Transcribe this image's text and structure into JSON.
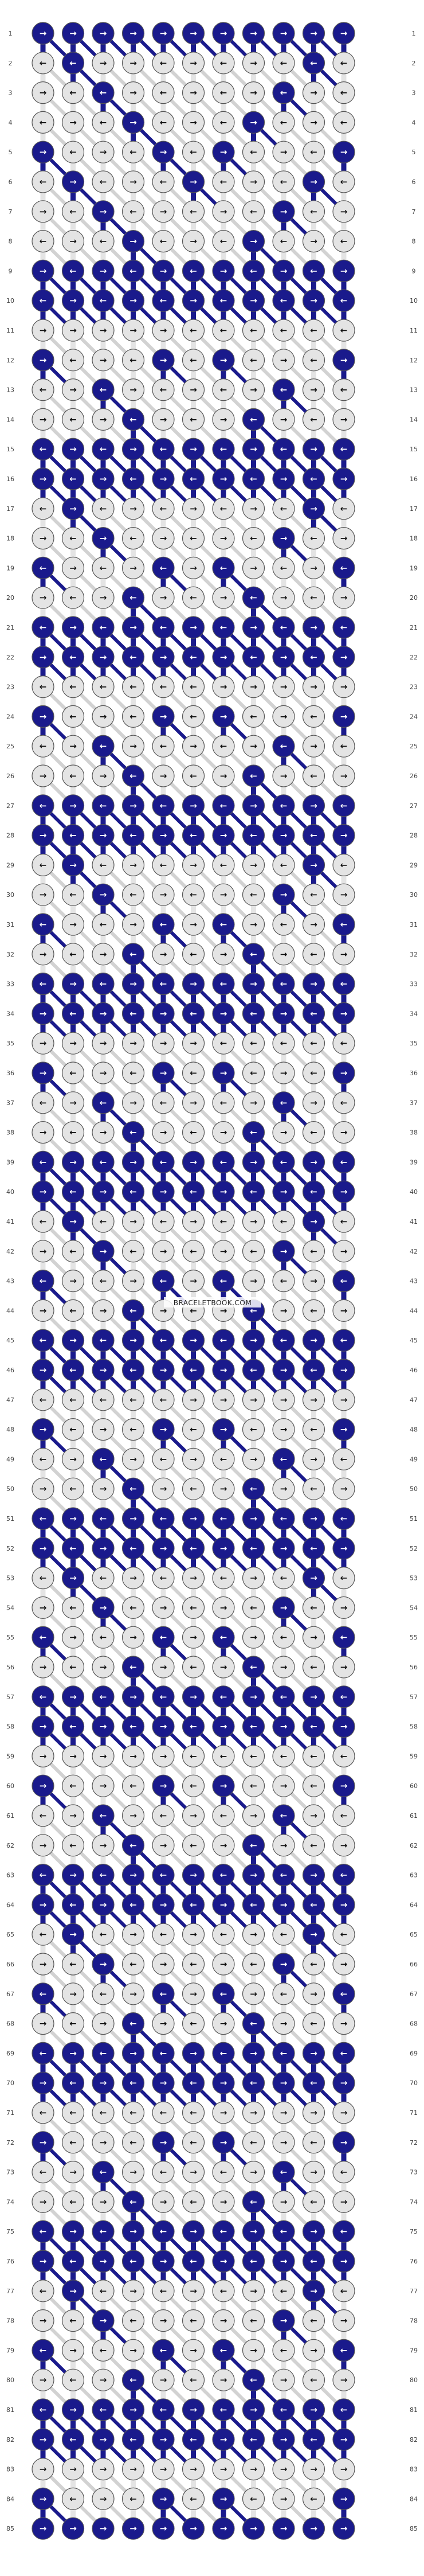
{
  "pattern": {
    "rows": 85,
    "knots_per_row": 11,
    "colors": {
      "A": "#1a1a8c",
      "B": "#e4e4e4",
      "knot_outline": "#555555",
      "arrow_on_A": "#ffffff",
      "arrow_on_B": "#111111"
    },
    "row_labels": [
      "1",
      "2",
      "3",
      "4",
      "5",
      "6",
      "7",
      "8",
      "9",
      "10",
      "11",
      "12",
      "13",
      "14",
      "15",
      "16",
      "17",
      "18",
      "19",
      "20",
      "21",
      "22",
      "23",
      "24",
      "25",
      "26",
      "27",
      "28",
      "29",
      "30",
      "31",
      "32",
      "33",
      "34",
      "35",
      "36",
      "37",
      "38",
      "39",
      "40",
      "41",
      "42",
      "43",
      "44",
      "45",
      "46",
      "47",
      "48",
      "49",
      "50",
      "51",
      "52",
      "53",
      "54",
      "55",
      "56",
      "57",
      "58",
      "59",
      "60",
      "61",
      "62",
      "63",
      "64",
      "65",
      "66",
      "67",
      "68",
      "69",
      "70",
      "71",
      "72",
      "73",
      "74",
      "75",
      "76",
      "77",
      "78",
      "79",
      "80",
      "81",
      "82",
      "83",
      "84",
      "85"
    ],
    "row_color_pattern": [
      "AAAAAAAAAAA",
      "BABBBBBBBAB",
      "BBABBBBBABB",
      "BBBABBBABBB",
      "ABBBABABBBA",
      "BABBBABBBAB",
      "BBABBBBBABB",
      "BBBABBBABBB",
      "AAAAAAAAAAA",
      "AAAAAAAAAAA",
      "BBBBBBBBBBB",
      "ABBBABABBBA",
      "BBABBBBBABB",
      "BBBABBBABBB",
      "AAAAAAAAAAA",
      "AAAAAAAAAAA",
      "BABBBBBBBAB",
      "BBABBBBBABB",
      "ABBBABABBBA",
      "BBBABBBABBB",
      "AAAAAAAAAAA",
      "AAAAAAAAAAA",
      "BBBBBBBBBBB",
      "ABBBABABBBA",
      "BBABBBBBABB",
      "BBBABBBABBB",
      "AAAAAAAAAAA",
      "AAAAAAAAAAA",
      "BABBBBBBBAB",
      "BBABBBBBABB",
      "ABBBABABBBA",
      "BBBABBBABBB",
      "AAAAAAAAAAA",
      "AAAAAAAAAAA",
      "BBBBBBBBBBB",
      "ABBBABABBBA",
      "BBABBBBBABB",
      "BBBABBBABBB",
      "AAAAAAAAAAA",
      "AAAAAAAAAAA",
      "BABBBBBBBAB",
      "BBABBBBBABB",
      "ABBBABABBBA",
      "BBBABBBABBB",
      "AAAAAAAAAAA",
      "AAAAAAAAAAA",
      "BBBBBBBBBBB",
      "ABBBABABBBA",
      "BBABBBBBABB",
      "BBBABBBABBB",
      "AAAAAAAAAAA",
      "AAAAAAAAAAA",
      "BABBBBBBBAB",
      "BBABBBBBABB",
      "ABBBABABBBA",
      "BBBABBBABBB",
      "AAAAAAAAAAA",
      "AAAAAAAAAAA",
      "BBBBBBBBBBB",
      "ABBBABABBBA",
      "BBABBBBBABB",
      "BBBABBBABBB",
      "AAAAAAAAAAA",
      "AAAAAAAAAAA",
      "BABBBBBBBAB",
      "BBABBBBBABB",
      "ABBBABABBBA",
      "BBBABBBABBB",
      "AAAAAAAAAAA",
      "AAAAAAAAAAA",
      "BBBBBBBBBBB",
      "ABBBABABBBA",
      "BBABBBBBABB",
      "BBBABBBABBB",
      "AAAAAAAAAAA",
      "AAAAAAAAAAA",
      "BABBBBBBBAB",
      "BBABBBBBABB",
      "ABBBABABBBA",
      "BBBABBBABBB",
      "AAAAAAAAAAA",
      "AAAAAAAAAAA",
      "BBBBBBBBBBB",
      "ABBBABABBBA",
      "AAAAAAAAAAA"
    ],
    "arrow_pattern": [
      "RRRRRRRRRRR",
      "LLRRLRLRLLL",
      "RLLRLRLRLRL",
      "LRLRLRLRLRL",
      "RLRLRLRLRLR",
      "LRLRLRLRLRL",
      "RLRLRLRLRLR",
      "LRLRLRLRLRL",
      "RLRLRLRLRLR",
      "LRLRLRLRLRL",
      "RRRRRLLLLLL",
      "RLRLRLRLRLR",
      "LRLRLRLRLRL",
      "RLRLRLRLRLR",
      "LRLRLRLRLRL",
      "RLRLRLRLRLR",
      "LRLRLRLRLRL",
      "RLRLRLRLRLR",
      "LRLRLRLRLRL",
      "RLRLRLRLRLR",
      "LRLRLRLRLRL",
      "RLRLRLRLRLR",
      "LLLLLLRRRRR",
      "RLRLRLRLRLR",
      "LRLRLRLRLRL",
      "RLRLRLRLRLR",
      "LRLRLRLRLRL",
      "RLRLRLRLRLR",
      "LRLRLRLRLRL",
      "RLRLRLRLRLR",
      "LRLRLRLRLRL",
      "RLRLRLRLRLR",
      "LRLRLRLRLRL",
      "RLRLRLRLRLR",
      "RRRRRRLLLLL",
      "RLRLRLRLRLR",
      "LRLRLRLRLRL",
      "RLRLRLRLRLR",
      "LRLRLRLRLRL",
      "RLRLRLRLRLR",
      "LRLRLRLRLRL",
      "RLRLRLRLRLR",
      "LRLRLRLRLRL",
      "RLRLRLRLRLR",
      "LRLRLRLRLRL",
      "RLRLRLRLRLR",
      "LLLLLRRRRRR",
      "RLRLRLRLRLR",
      "LRLRLRLRLRL",
      "RLRLRLRLRLR",
      "LRLRLRLRLRL",
      "RLRLRLRLRLR",
      "LRLRLRLRLRL",
      "RLRLRLRLRLR",
      "LRLRLRLRLRL",
      "RLRLRLRLRLR",
      "LRLRLRLRLRL",
      "RLRLRLRLRLR",
      "RRRRRLLLLLL",
      "RLRLRLRLRLR",
      "LRLRLRLRLRL",
      "RLRLRLRLRLR",
      "LRLRLRLRLRL",
      "RLRLRLRLRLR",
      "LRLRLRLRLRL",
      "RLRLRLRLRLR",
      "LRLRLRLRLRL",
      "RLRLRLRLRLR",
      "LRLRLRLRLRL",
      "RLRLRLRLRLR",
      "LLLLLLRRRRR",
      "RLRLRLRLRLR",
      "LRLRLRLRLRL",
      "RLRLRLRLRLR",
      "LRLRLRLRLRL",
      "RLRLRLRLRLR",
      "LRLRLRLRLRL",
      "RLRLRLRLRLR",
      "LRLRLRLRLRL",
      "RLRLRLRLRLR",
      "LRLRLRLRLRL",
      "RLRLRLRLRLR",
      "RRRRRRRRRRR",
      "RLRLRLRLRLR",
      "RRRRRRRRRRR"
    ],
    "arrow_glyphs": {
      "R": "→",
      "L": "←"
    },
    "watermark": "BRACELETBOOK.COM"
  }
}
